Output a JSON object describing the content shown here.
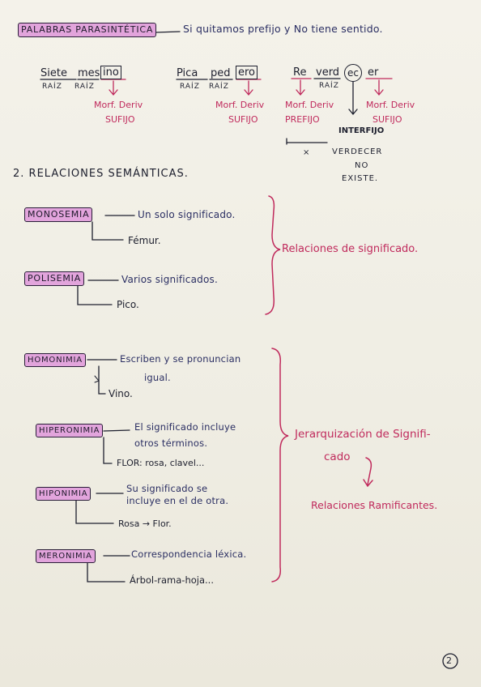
{
  "top": {
    "box_label": "PALABRAS PARASINTÉTICA",
    "definition": "Si quitamos prefijo y No tiene sentido."
  },
  "examples": [
    {
      "root1": "Siete",
      "root2": "mes",
      "boxed": "ino",
      "tag1": "RAÍZ",
      "tag2": "RAÍZ",
      "morph": "Morf. Deriv",
      "kind": "SUFIJO"
    },
    {
      "root1": "Pica",
      "root2": "ped",
      "boxed": "ero",
      "tag1": "RAÍZ",
      "tag2": "RAÍZ",
      "morph": "Morf. Deriv",
      "kind": "SUFIJO"
    },
    {
      "prefix": "Re",
      "root": "verd",
      "circled": "ec",
      "suffix": "er",
      "tag_root": "RAÍZ",
      "morph_prefix": "Morf. Deriv",
      "kind_prefix": "PREFIJO",
      "morph_suffix": "Morf. Deriv",
      "kind_suffix": "SUFIJO",
      "interfix": "INTERFIJO",
      "x_mark": "×",
      "verdecer": "VERDECER",
      "no": "NO",
      "existe": "EXISTE."
    }
  ],
  "section": {
    "title": "2. RELACIONES SEMÁNTICAS."
  },
  "group1": {
    "items": [
      {
        "label": "MONOSEMIA",
        "definition": "Un solo significado.",
        "example": "Fémur."
      },
      {
        "label": "POLISEMIA",
        "definition": "Varios significados.",
        "example": "Pico."
      }
    ],
    "brace_text": "Relaciones de significado."
  },
  "group2": {
    "items": [
      {
        "label": "HOMONIMIA",
        "definition_1": "Escriben y se pronuncian",
        "definition_2": "igual.",
        "example": "Vino."
      },
      {
        "label": "HIPERONIMIA",
        "definition_1": "El significado incluye",
        "definition_2": "otros términos.",
        "example": "FLOR: rosa, clavel..."
      },
      {
        "label": "HIPONIMIA",
        "definition_1": "Su significado se",
        "definition_2": "incluye en el de otra.",
        "example": "Rosa → Flor."
      },
      {
        "label": "MERONIMIA",
        "definition_1": "Correspondencia léxica.",
        "example": "Árbol-rama-hoja..."
      }
    ],
    "brace_text_1": "Jerarquización de Signifi-",
    "brace_text_2": "cado",
    "result": "Relaciones Ramificantes."
  },
  "page_number": "2",
  "colors": {
    "box_fill": "#e2a4dc",
    "ink_navy": "#2b2f63",
    "ink_pink": "#c02a5c",
    "paper": "#f1efe6"
  }
}
